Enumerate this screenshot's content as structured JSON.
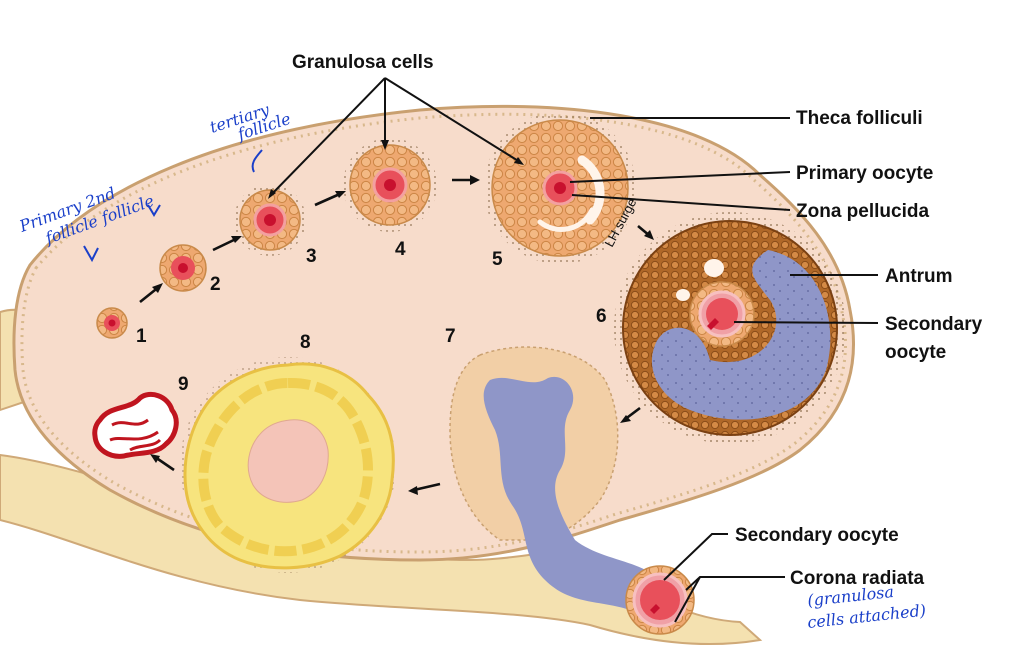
{
  "labels": {
    "granulosa_cells": "Granulosa cells",
    "theca_folliculi": "Theca folliculi",
    "primary_oocyte": "Primary oocyte",
    "zona_pellucida": "Zona pellucida",
    "antrum": "Antrum",
    "secondary_oocyte_1": "Secondary",
    "secondary_oocyte_2": "oocyte",
    "secondary_oocyte_bottom": "Secondary oocyte",
    "corona_radiata": "Corona radiata"
  },
  "stages": [
    "1",
    "2",
    "3",
    "4",
    "5",
    "6",
    "7",
    "8",
    "9"
  ],
  "annotations": {
    "lh_surge": "LH surge",
    "primary_2nd_follicle_1": "Primary 2nd",
    "primary_2nd_follicle_2": "follicle follicle",
    "tertiary_follicle_1": "tertiary",
    "tertiary_follicle_2": "follicle",
    "granulosa_attached_1": "(granulosa",
    "granulosa_attached_2": "cells attached)"
  },
  "colors": {
    "ovary_fill": "#f7dccb",
    "ovary_outline": "#cfa978",
    "ligament": "#f4e1b0",
    "granulosa": "#e9a464",
    "oocyte": "#e8505b",
    "nucleus": "#c8102e",
    "antrum": "#8f96c8",
    "corpus_luteum": "#f7e47e",
    "corpus_albicans_edge": "#c0151f",
    "handwriting": "#1a3fc9"
  }
}
